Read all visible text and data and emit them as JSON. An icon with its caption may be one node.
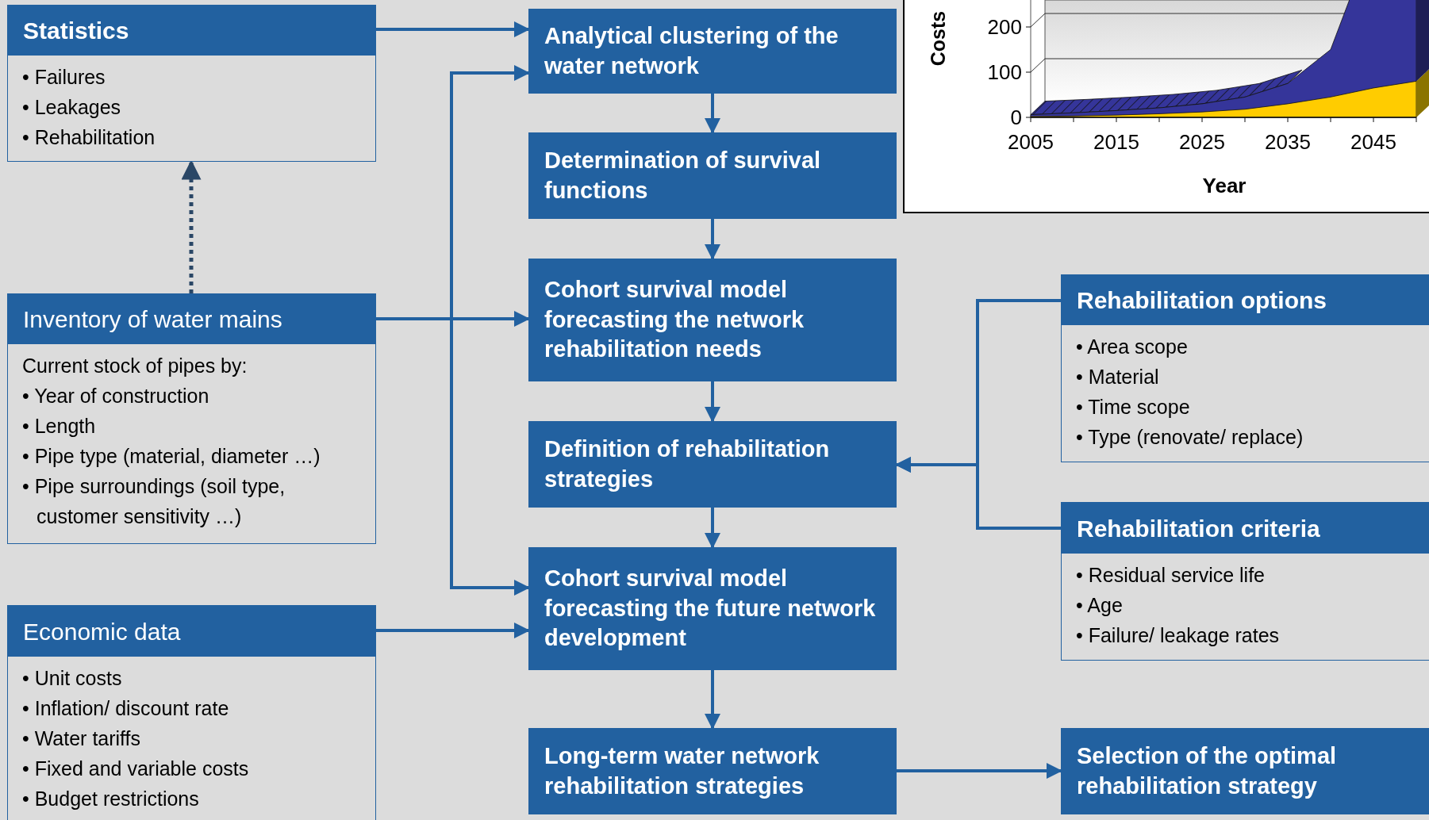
{
  "diagram": {
    "nodes": [
      {
        "text": [
          "Statistics",
          "• Failures",
          "• Leakages",
          "• Rehabilitation"
        ]
      },
      {
        "text": [
          "Inventory of water mains",
          "Current stock of pipes by:",
          "• Year of construction",
          "• Length",
          "• Pipe type (material, diameter …)",
          "• Pipe surroundings (soil type, customer sensitivity …)"
        ]
      },
      {
        "text": [
          "Economic data",
          "• Unit costs",
          "• Inflation/ discount rate",
          "• Water tariffs",
          "• Fixed and variable costs",
          "• Budget restrictions"
        ]
      },
      {
        "text": [
          "Analytical clustering of the water network"
        ]
      },
      {
        "text": [
          "Determination of survival functions"
        ]
      },
      {
        "text": [
          "Cohort survival model forecasting the network rehabilitation needs"
        ]
      },
      {
        "text": [
          "Definition of rehabilitation strategies"
        ]
      },
      {
        "text": [
          "Cohort survival model forecasting the future network development"
        ]
      },
      {
        "text": [
          "Long-term water network rehabilitation strategies"
        ]
      },
      {
        "text": [
          "Rehabilitation options",
          "• Area scope",
          "• Material",
          "• Time scope",
          "• Type (renovate/ replace)"
        ]
      },
      {
        "text": [
          "Rehabilitation criteria",
          "• Residual service life",
          "• Age",
          "• Failure/ leakage rates"
        ]
      },
      {
        "text": [
          "Selection of the optimal rehabilitation strategy"
        ]
      }
    ],
    "edges": [
      {
        "from": 0,
        "to": 3,
        "arrow": "to"
      },
      {
        "from": 1,
        "to": 0,
        "arrow": "to",
        "style": "dashed",
        "color": "#2a4766"
      },
      {
        "from": 1,
        "to": 3,
        "arrow": "to"
      },
      {
        "from": 1,
        "to": 5,
        "arrow": "to"
      },
      {
        "from": 1,
        "to": 7,
        "arrow": "to"
      },
      {
        "from": 2,
        "to": 7,
        "arrow": "to"
      },
      {
        "from": 3,
        "to": 4,
        "arrow": "to"
      },
      {
        "from": 4,
        "to": 5,
        "arrow": "to"
      },
      {
        "from": 5,
        "to": 6,
        "arrow": "to"
      },
      {
        "from": 6,
        "to": 7,
        "arrow": "to"
      },
      {
        "from": 7,
        "to": 8,
        "arrow": "to"
      },
      {
        "from": 9,
        "to": 6,
        "arrow": "to"
      },
      {
        "from": 10,
        "to": 6,
        "arrow": "to"
      },
      {
        "from": 8,
        "to": 11,
        "arrow": "to"
      }
    ],
    "labels": [
      "Costs",
      "200",
      "100",
      "0",
      "2005",
      "2015",
      "2025",
      "2035",
      "2045",
      "Year"
    ]
  }
}
